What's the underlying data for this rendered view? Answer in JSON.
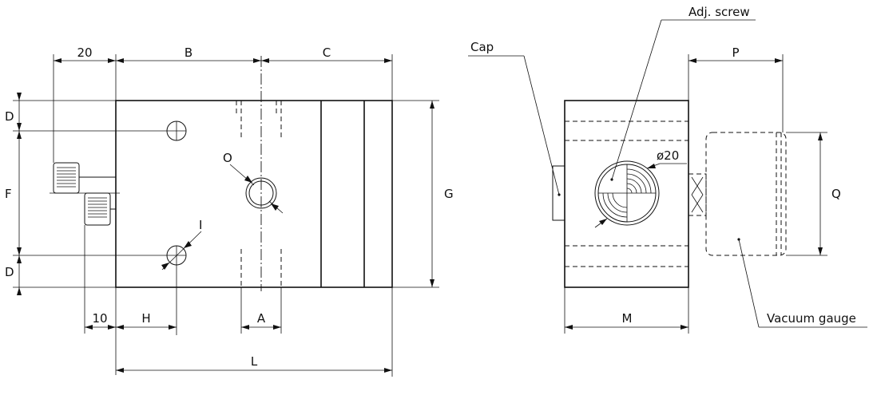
{
  "front_view": {
    "dimensions": {
      "d20": "20",
      "b": "B",
      "c": "C",
      "d_top": "D",
      "f": "F",
      "d_bottom": "D",
      "g": "G",
      "o": "O",
      "i": "I",
      "d10": "10",
      "h": "H",
      "a": "A",
      "l": "L"
    }
  },
  "side_view": {
    "labels": {
      "cap": "Cap",
      "adj_screw": "Adj. screw",
      "vacuum_gauge": "Vacuum gauge"
    },
    "dimensions": {
      "p": "P",
      "phi20": "ø20",
      "q": "Q",
      "m": "M"
    }
  }
}
